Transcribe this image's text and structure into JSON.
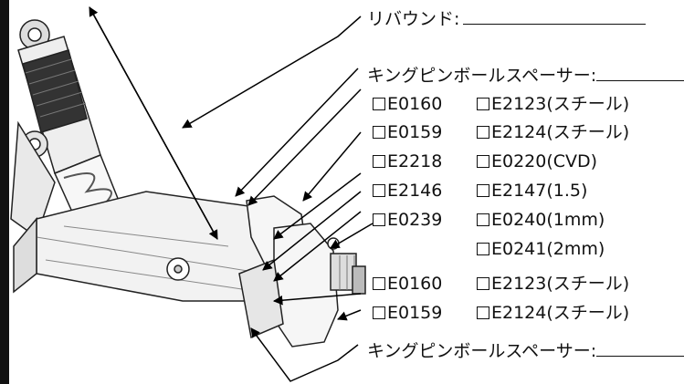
{
  "rebound": {
    "label": "リバウンド:"
  },
  "upper_spacer": {
    "label": "キングピンボールスペーサー:",
    "options": [
      [
        "E0160",
        "E2123(スチール)"
      ],
      [
        "E0159",
        "E2124(スチール)"
      ],
      [
        "E2218",
        "E0220(CVD)"
      ],
      [
        "E2146",
        "E2147(1.5)"
      ],
      [
        "E0239",
        "E0240(1mm)"
      ],
      [
        "",
        "E0241(2mm)"
      ]
    ]
  },
  "lower_options": [
    [
      "E0160",
      "E2123(スチール)"
    ],
    [
      "E0159",
      "E2124(スチール)"
    ]
  ],
  "lower_spacer": {
    "label": "キングピンボールスペーサー:"
  }
}
